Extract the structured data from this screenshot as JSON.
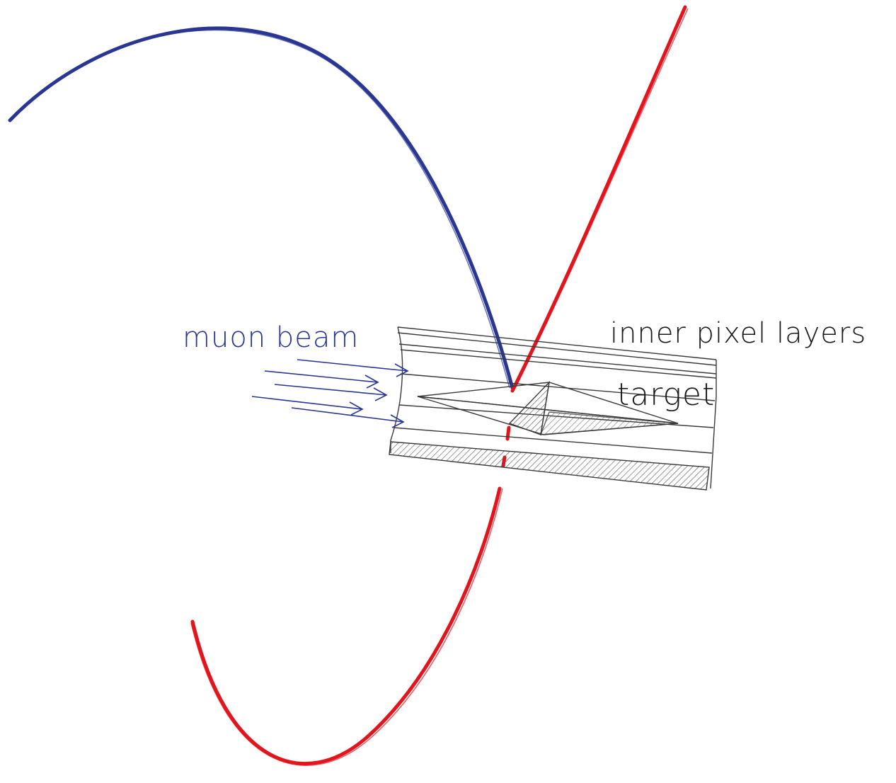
{
  "labels": {
    "beam": "muon beam",
    "layers": "inner pixel layers",
    "target": "target"
  },
  "colors": {
    "background": "#ffffff",
    "beam": "#2a3694",
    "electron_track": "#2a3694",
    "positron_track": "#e3141c",
    "detector": "#3a3a3a",
    "layers_text": "#1a1a1a",
    "target_text": "#1a1a1a"
  }
}
